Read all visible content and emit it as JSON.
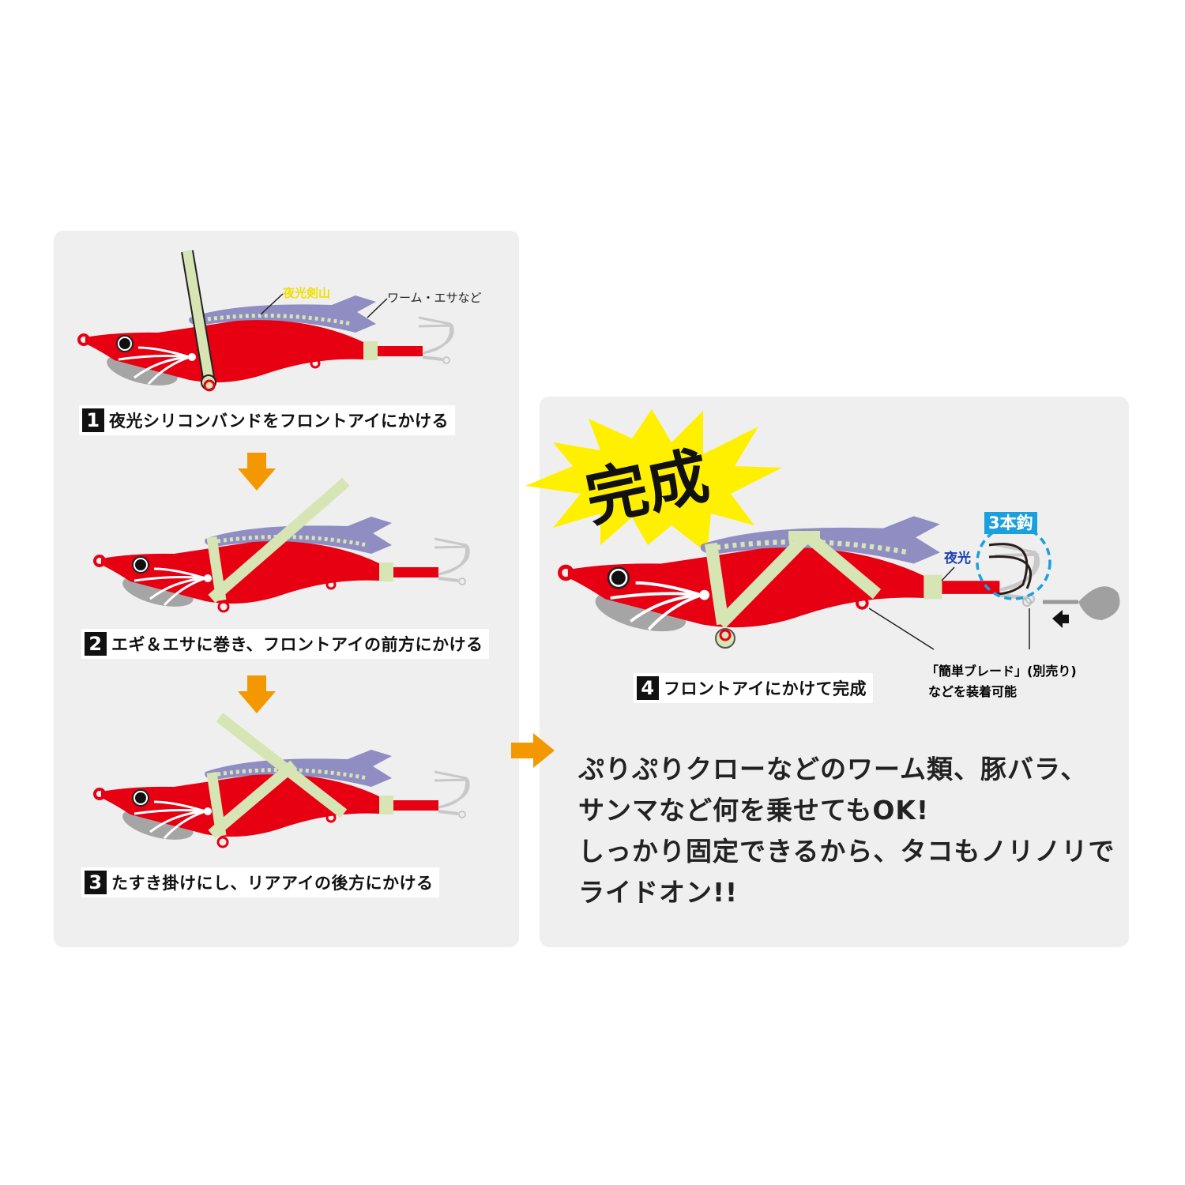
{
  "colors": {
    "lure_red": "#e60012",
    "worm_purple": "#8f8dc2",
    "band_green": "#d7e4b4",
    "arrow_orange": "#f39800",
    "burst_yellow": "#fff000",
    "badge_blue": "#1aa0dc",
    "glow_label": "#f0e000",
    "night_label": "#1a3fb0"
  },
  "step1": {
    "num": "1",
    "text": "夜光シリコンバンドをフロントアイにかける",
    "label_glow": "夜光剣山",
    "label_bait": "ワーム・エサなど"
  },
  "step2": {
    "num": "2",
    "text": "エギ＆エサに巻き、フロントアイの前方にかける"
  },
  "step3": {
    "num": "3",
    "text": "たすき掛けにし、リアアイの後方にかける"
  },
  "step4": {
    "num": "4",
    "text": "フロントアイにかけて完成",
    "burst": "完成",
    "badge": "3本鈎",
    "label_night": "夜光",
    "note_line1": "「簡単ブレード」(別売り)",
    "note_line2": "などを装着可能"
  },
  "description": {
    "line1": "ぷりぷりクローなどのワーム類、豚バラ、",
    "line2": "サンマなど何を乗せてもOK!",
    "line3": "しっかり固定できるから、タコもノリノリで",
    "line4": "ライドオン!!"
  }
}
